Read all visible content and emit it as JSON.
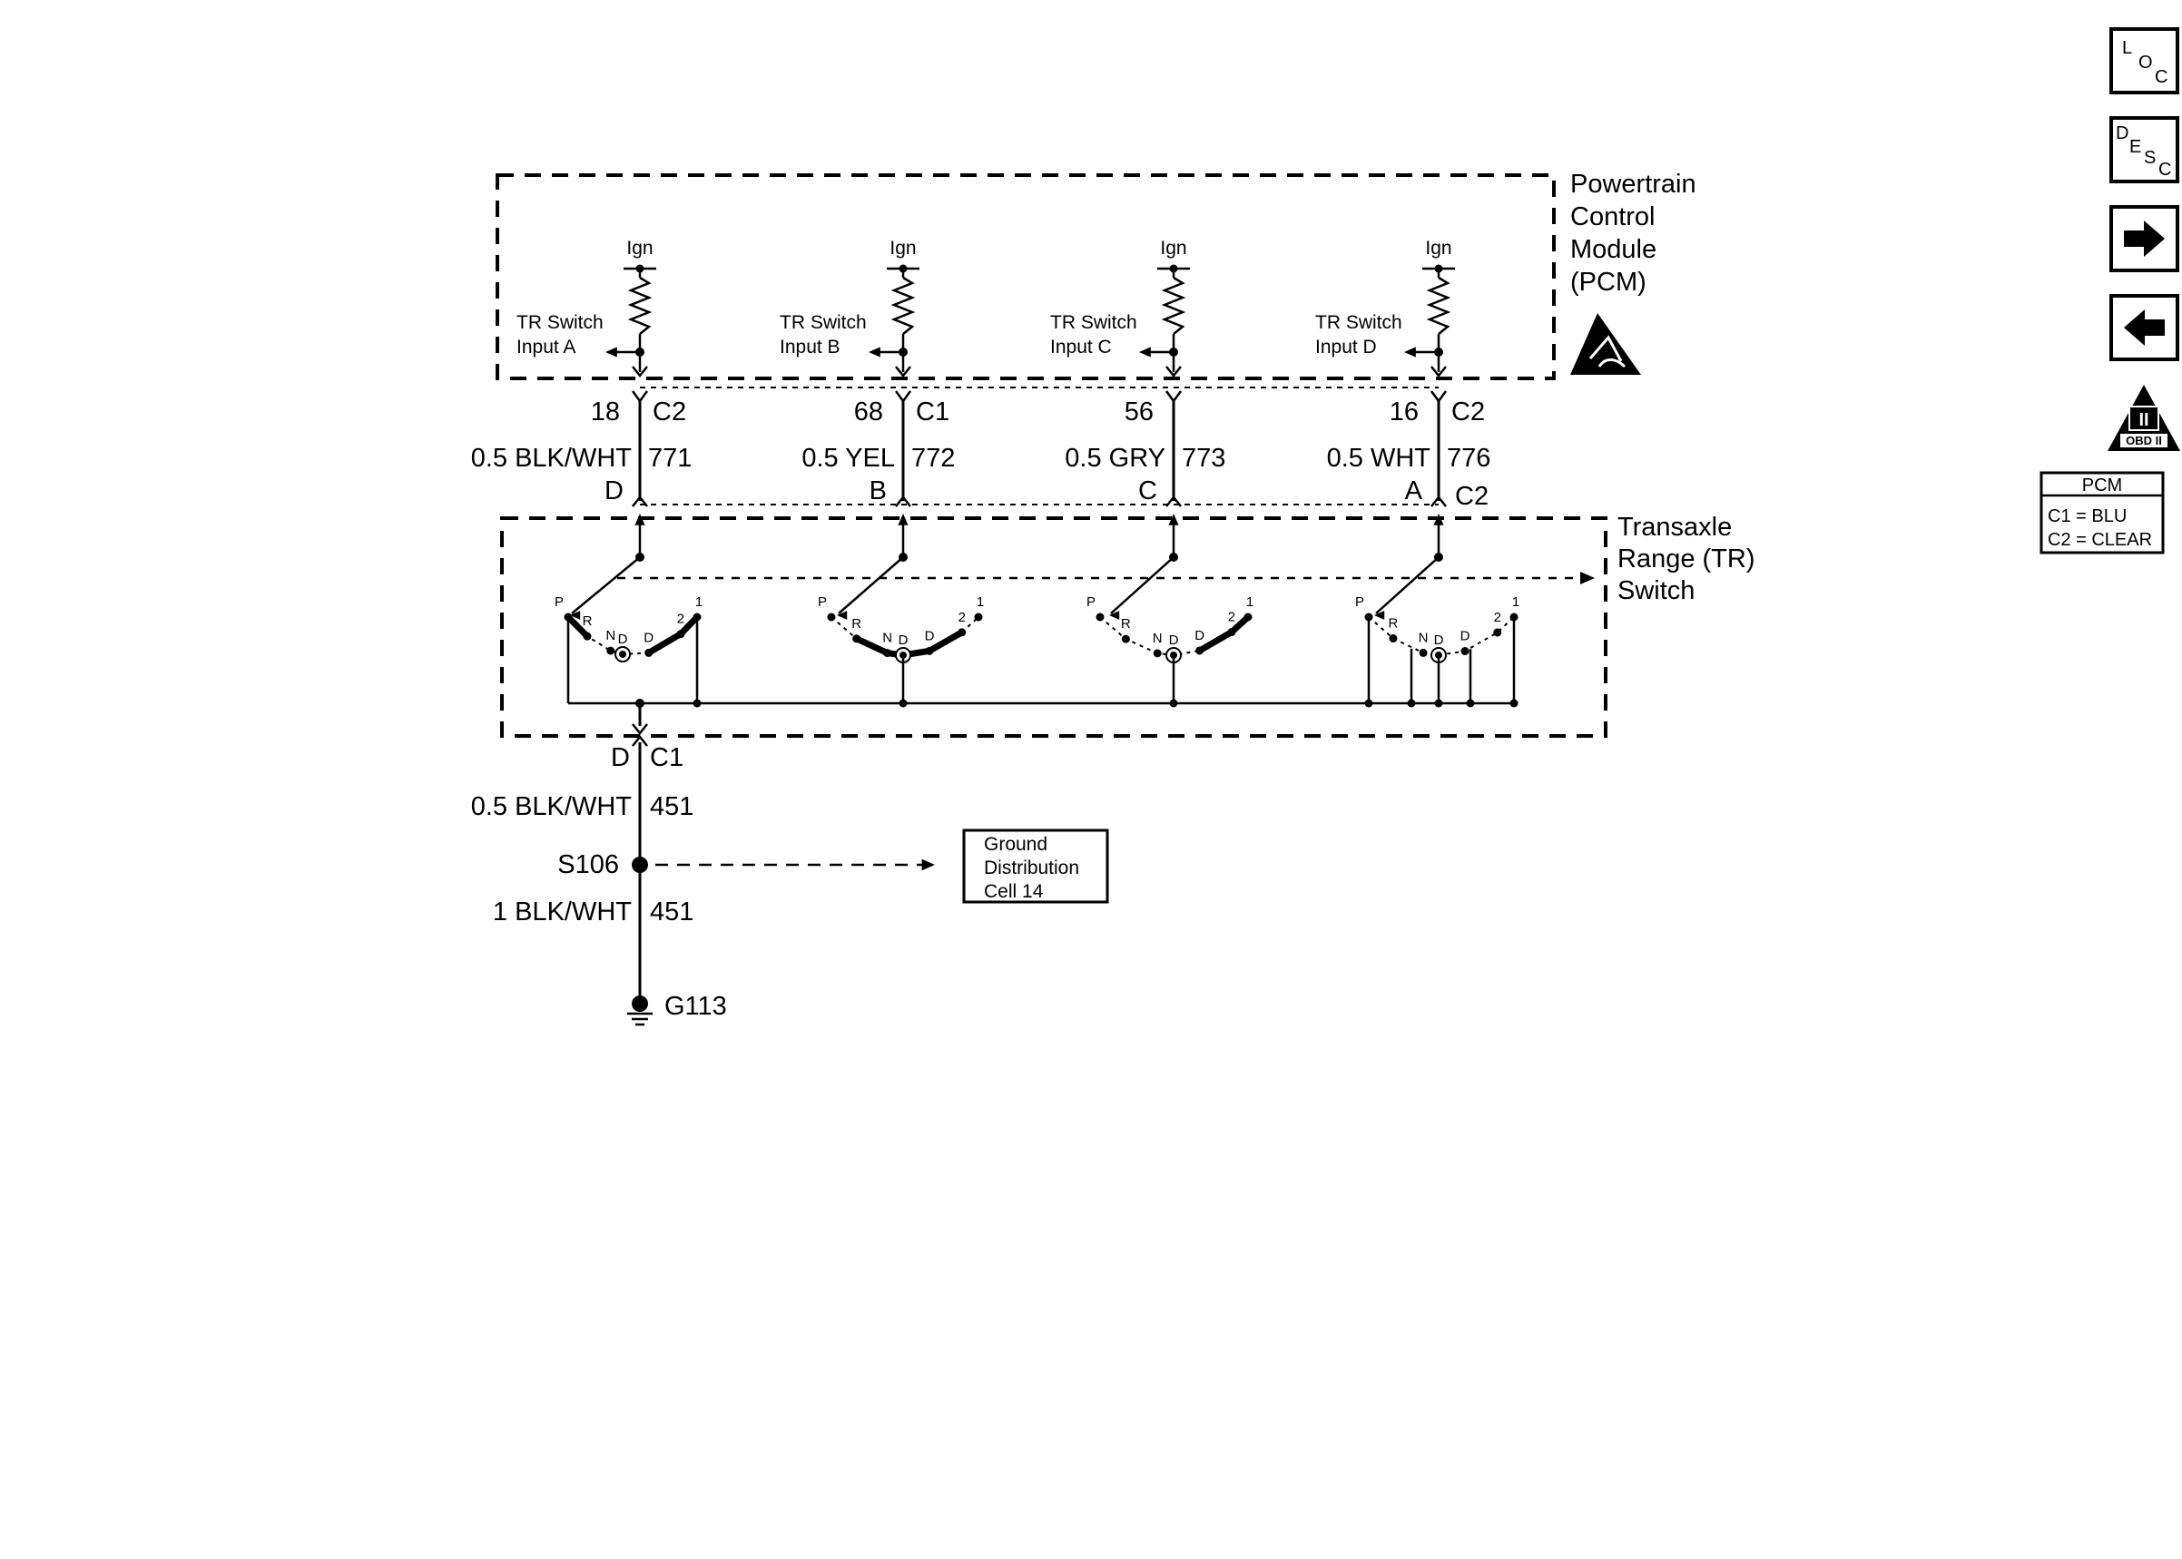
{
  "pcm": {
    "title_lines": [
      "Powertrain",
      "Control",
      "Module",
      "(PCM)"
    ],
    "inputs": [
      {
        "ign": "Ign",
        "label1": "TR Switch",
        "label2": "Input A"
      },
      {
        "ign": "Ign",
        "label1": "TR Switch",
        "label2": "Input B"
      },
      {
        "ign": "Ign",
        "label1": "TR Switch",
        "label2": "Input C"
      },
      {
        "ign": "Ign",
        "label1": "TR Switch",
        "label2": "Input D"
      }
    ]
  },
  "wires": [
    {
      "pin": "18",
      "connector": "C2",
      "gauge_color": "0.5 BLK/WHT",
      "circuit": "771",
      "switch_pin": "D"
    },
    {
      "pin": "68",
      "connector": "C1",
      "gauge_color": "0.5 YEL",
      "circuit": "772",
      "switch_pin": "B"
    },
    {
      "pin": "56",
      "connector": "",
      "gauge_color": "0.5 GRY",
      "circuit": "773",
      "switch_pin": "C"
    },
    {
      "pin": "16",
      "connector": "C2",
      "gauge_color": "0.5 WHT",
      "circuit": "776",
      "switch_pin": "A",
      "switch_connector": "C2"
    }
  ],
  "tr_switch": {
    "title_lines": [
      "Transaxle",
      "Range (TR)",
      "Switch"
    ],
    "positions": [
      "P",
      "R",
      "N",
      "D",
      "D",
      "2",
      "1"
    ]
  },
  "ground_path": {
    "pin": "D",
    "connector": "C1",
    "upper_wire": {
      "gauge_color": "0.5 BLK/WHT",
      "circuit": "451"
    },
    "splice": "S106",
    "lower_wire": {
      "gauge_color": "1 BLK/WHT",
      "circuit": "451"
    },
    "ground": "G113",
    "reference_box": [
      "Ground",
      "Distribution",
      "Cell 14"
    ]
  },
  "nav": {
    "loc": [
      "L",
      "O",
      "C"
    ],
    "desc": [
      "D",
      "E",
      "S",
      "C"
    ],
    "obd_roman": "II",
    "obd_label": "OBD II"
  },
  "legend": {
    "title": "PCM",
    "rows": [
      "C1 = BLU",
      "C2 = CLEAR"
    ]
  }
}
